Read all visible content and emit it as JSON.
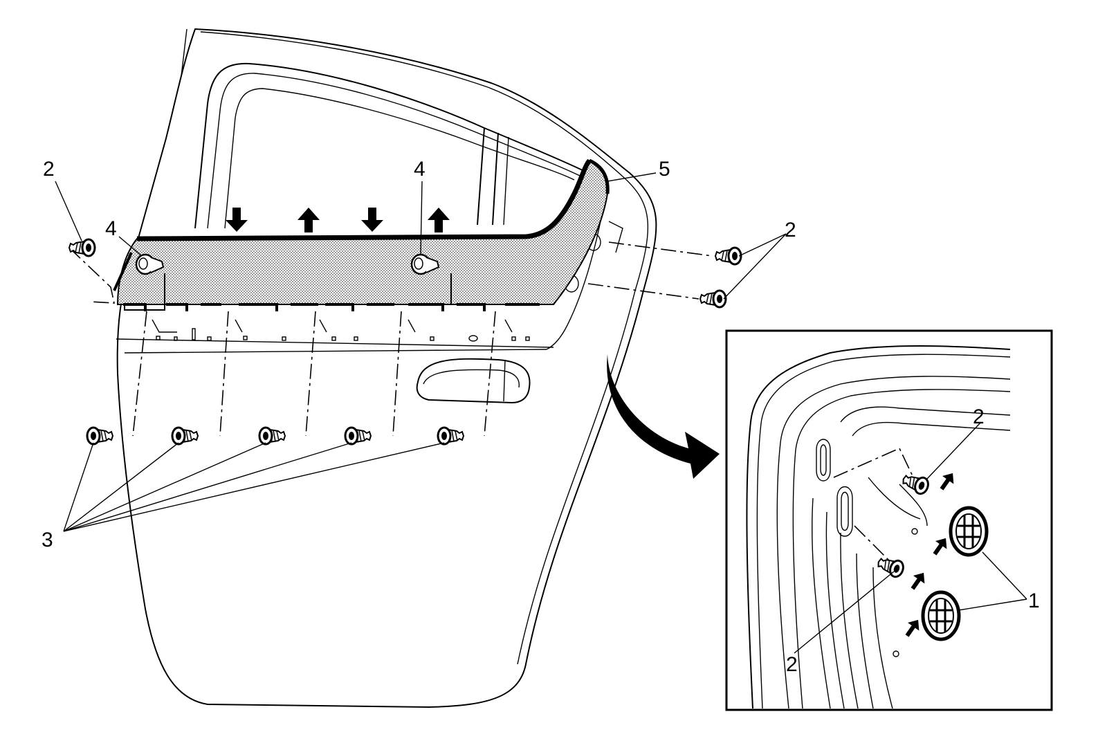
{
  "callouts": {
    "fastener_top_left": "2",
    "fasteners_right": "2",
    "fasteners_bottom": "3",
    "clip_left": "4",
    "clip_right": "4",
    "molding": "5",
    "inset_fastener_top": "2",
    "inset_fastener_bottom": "2",
    "inset_plugs": "1"
  }
}
